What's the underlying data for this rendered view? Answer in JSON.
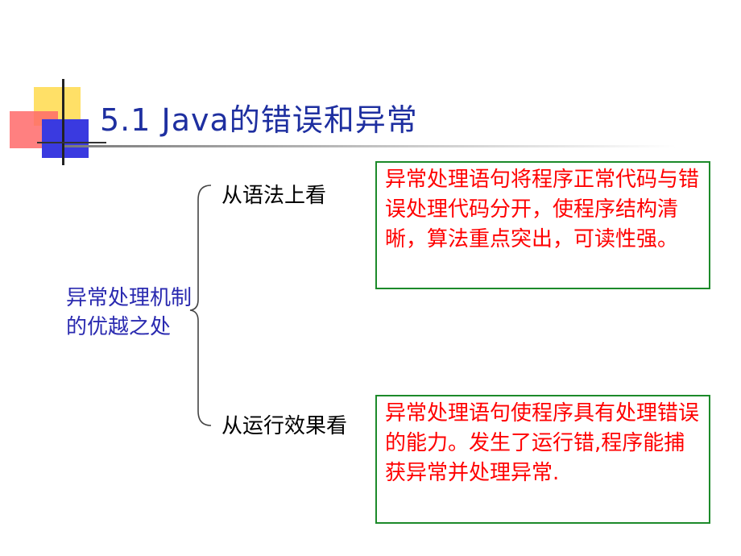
{
  "slide": {
    "title": "5.1  Java的错误和异常",
    "category_label": "异常处理机制的优越之处",
    "aspects": [
      {
        "label": "从语法上看",
        "description": "异常处理语句将程序正常代码与错误处理代码分开，使程序结构清晰，算法重点突出，可读性强。"
      },
      {
        "label": "从运行效果看",
        "description": "异常处理语句使程序具有处理错误的能力。发生了运行错,程序能捕获异常并处理异常."
      }
    ]
  },
  "colors": {
    "title": "#1e2fa0",
    "category": "#2a2ab0",
    "box_text": "#ff0000",
    "box_border": "#1c8a2a"
  }
}
